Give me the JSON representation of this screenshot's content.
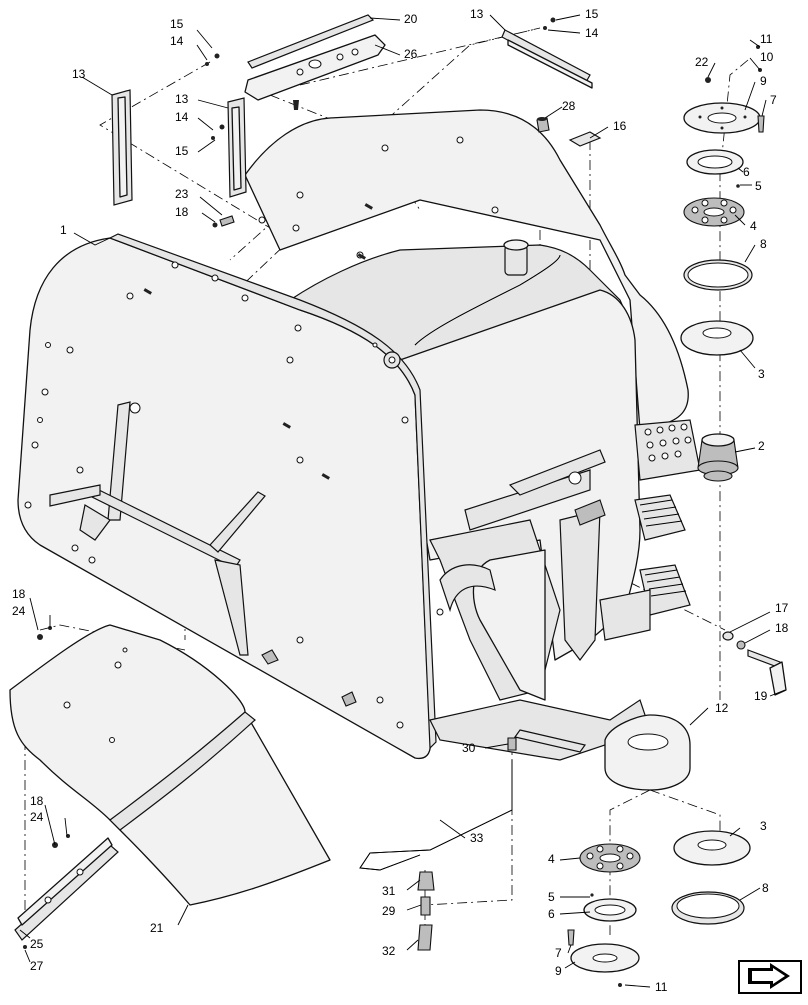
{
  "callouts": [
    {
      "id": "c1",
      "label": "1"
    },
    {
      "id": "c2",
      "label": "2"
    },
    {
      "id": "c3a",
      "label": "3"
    },
    {
      "id": "c3b",
      "label": "3"
    },
    {
      "id": "c4a",
      "label": "4"
    },
    {
      "id": "c4b",
      "label": "4"
    },
    {
      "id": "c5a",
      "label": "5"
    },
    {
      "id": "c5b",
      "label": "5"
    },
    {
      "id": "c6a",
      "label": "6"
    },
    {
      "id": "c6b",
      "label": "6"
    },
    {
      "id": "c7a",
      "label": "7"
    },
    {
      "id": "c7b",
      "label": "7"
    },
    {
      "id": "c8a",
      "label": "8"
    },
    {
      "id": "c8b",
      "label": "8"
    },
    {
      "id": "c9a",
      "label": "9"
    },
    {
      "id": "c9b",
      "label": "9"
    },
    {
      "id": "c10",
      "label": "10"
    },
    {
      "id": "c11a",
      "label": "11"
    },
    {
      "id": "c11b",
      "label": "11"
    },
    {
      "id": "c12",
      "label": "12"
    },
    {
      "id": "c13a",
      "label": "13"
    },
    {
      "id": "c13b",
      "label": "13"
    },
    {
      "id": "c13c",
      "label": "13"
    },
    {
      "id": "c14a",
      "label": "14"
    },
    {
      "id": "c14b",
      "label": "14"
    },
    {
      "id": "c14c",
      "label": "14"
    },
    {
      "id": "c15a",
      "label": "15"
    },
    {
      "id": "c15b",
      "label": "15"
    },
    {
      "id": "c15c",
      "label": "15"
    },
    {
      "id": "c16",
      "label": "16"
    },
    {
      "id": "c17",
      "label": "17"
    },
    {
      "id": "c18a",
      "label": "18"
    },
    {
      "id": "c18b",
      "label": "18"
    },
    {
      "id": "c18c",
      "label": "18"
    },
    {
      "id": "c18d",
      "label": "18"
    },
    {
      "id": "c19",
      "label": "19"
    },
    {
      "id": "c20",
      "label": "20"
    },
    {
      "id": "c21",
      "label": "21"
    },
    {
      "id": "c22",
      "label": "22"
    },
    {
      "id": "c23",
      "label": "23"
    },
    {
      "id": "c24a",
      "label": "24"
    },
    {
      "id": "c24b",
      "label": "24"
    },
    {
      "id": "c25",
      "label": "25"
    },
    {
      "id": "c26",
      "label": "26"
    },
    {
      "id": "c27",
      "label": "27"
    },
    {
      "id": "c28",
      "label": "28"
    },
    {
      "id": "c29",
      "label": "29"
    },
    {
      "id": "c30",
      "label": "30"
    },
    {
      "id": "c31",
      "label": "31"
    },
    {
      "id": "c32",
      "label": "32"
    },
    {
      "id": "c33",
      "label": "33"
    }
  ],
  "nav_icon": "next-page-arrow-icon"
}
